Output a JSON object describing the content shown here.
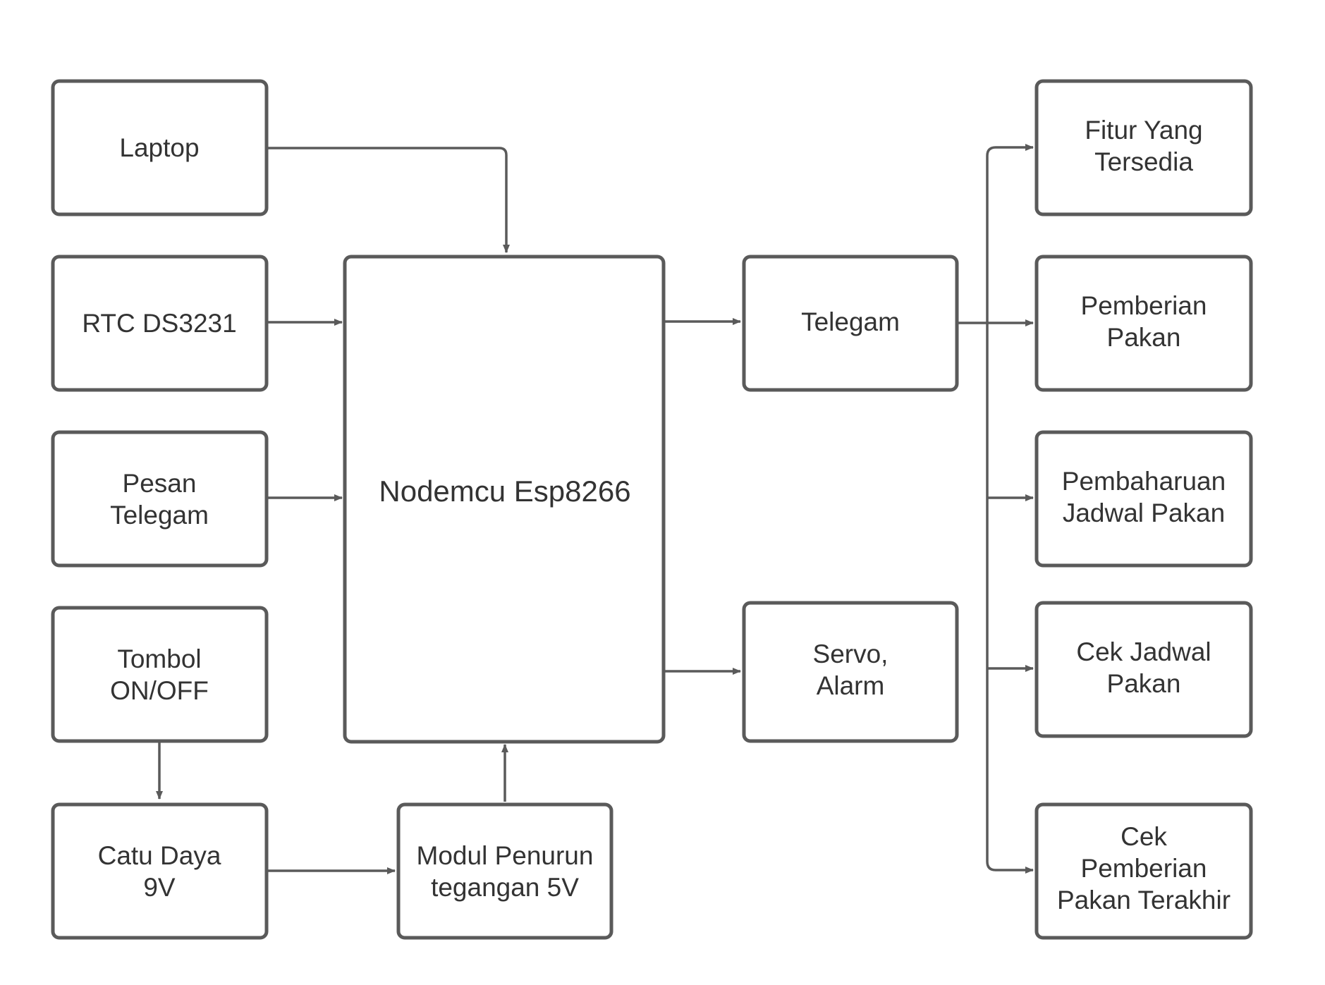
{
  "diagram": {
    "laptop": "Laptop",
    "rtc": "RTC DS3231",
    "pesan_telegam": [
      "Pesan",
      "Telegam"
    ],
    "tombol": [
      "Tombol",
      "ON/OFF"
    ],
    "catu_daya": [
      "Catu Daya",
      "9V"
    ],
    "nodemcu": "Nodemcu Esp8266",
    "modul_penurun": [
      "Modul Penurun",
      "tegangan 5V"
    ],
    "telegam": "Telegam",
    "servo_alarm": [
      "Servo,",
      "Alarm"
    ],
    "fitur_tersedia": [
      "Fitur Yang",
      "Tersedia"
    ],
    "pemberian_pakan": [
      "Pemberian",
      "Pakan"
    ],
    "pembaharuan_jadwal": [
      "Pembaharuan",
      "Jadwal Pakan"
    ],
    "cek_jadwal": [
      "Cek Jadwal",
      "Pakan"
    ],
    "cek_pemberian_terakhir": [
      "Cek",
      "Pemberian",
      "Pakan Terakhir"
    ]
  }
}
